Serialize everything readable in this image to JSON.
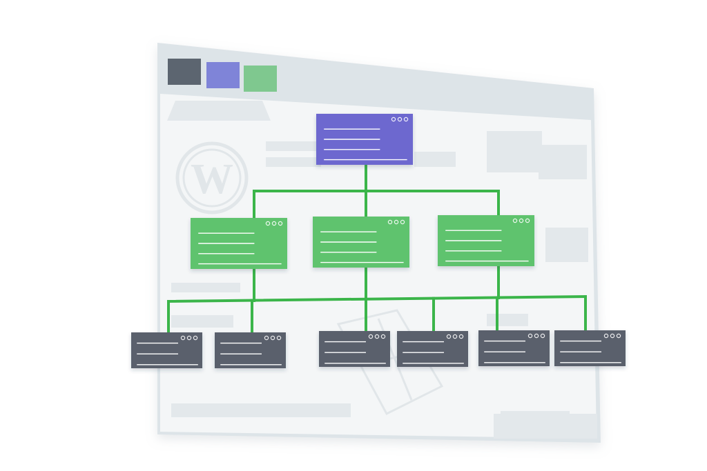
{
  "colors": {
    "background": "#ffffff",
    "window_frame": "#dde4e8",
    "window_body": "#f4f6f7",
    "placeholder_block": "#e3e8eb",
    "swatch_dark": "#5c6570",
    "swatch_purple": "#7f84d8",
    "swatch_green": "#7fc88f",
    "root_node": "#6d67cf",
    "level1_node": "#5ec36e",
    "leaf_node": "#5a616c",
    "connector": "#3bb54a",
    "node_line": "#ffffff"
  },
  "icons": {
    "brand_logo": "wordpress-logo-icon",
    "node_controls": "window-dots-icon"
  },
  "diagram": {
    "type": "site-hierarchy-tree",
    "levels": [
      {
        "level": 0,
        "node_count": 1,
        "color_key": "root_node"
      },
      {
        "level": 1,
        "node_count": 3,
        "color_key": "level1_node"
      },
      {
        "level": 2,
        "node_count": 6,
        "color_key": "leaf_node"
      }
    ],
    "children_per_level1_node": [
      2,
      2,
      2
    ]
  }
}
